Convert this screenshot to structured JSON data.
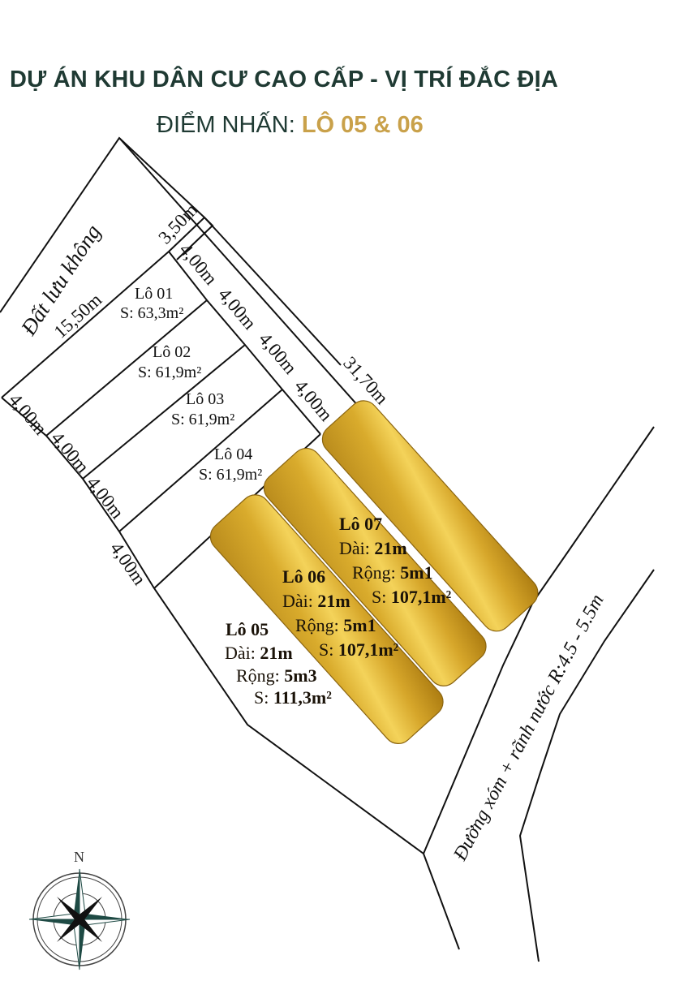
{
  "header": {
    "title": "DỰ ÁN KHU DÂN CƯ CAO CẤP - VỊ TRÍ ĐẮC ĐỊA",
    "subtitle_prefix": "ĐIỂM NHẤN: ",
    "subtitle_highlight": "LÔ 05 & 06"
  },
  "colors": {
    "title": "#1f3a33",
    "highlight": "#c9a14a",
    "gold_light": "#f4d35a",
    "gold_dark": "#b88a1c",
    "line": "#111111"
  },
  "map": {
    "reserved_land": "Đất lưu không",
    "dims": {
      "top_edge": "3,50m",
      "lot01_top": "15,50m",
      "right_side": "31,70m",
      "front_1": "4,00m",
      "front_2": "4,00m",
      "front_3": "4,00m",
      "front_4": "4,00m",
      "back_1": "4,00m",
      "back_2": "4,00m",
      "back_3": "4,00m",
      "back_4": "4,00m"
    },
    "lots": [
      {
        "name": "Lô 01",
        "area": "S: 63,3m²"
      },
      {
        "name": "Lô 02",
        "area": "S: 61,9m²"
      },
      {
        "name": "Lô 03",
        "area": "S: 61,9m²"
      },
      {
        "name": "Lô 04",
        "area": "S: 61,9m²"
      }
    ],
    "featured_lots": [
      {
        "name": "Lô 05",
        "length_label": "Dài: ",
        "length": "21m",
        "width_label": "Rộng: ",
        "width": "5m3",
        "area_label": "S: ",
        "area": "111,3m²"
      },
      {
        "name": "Lô 06",
        "length_label": "Dài: ",
        "length": "21m",
        "width_label": "Rộng: ",
        "width": "5m1",
        "area_label": "S: ",
        "area": "107,1m²"
      },
      {
        "name": "Lô 07",
        "length_label": "Dài: ",
        "length": "21m",
        "width_label": "Rộng: ",
        "width": "5m1",
        "area_label": "S: ",
        "area": "107,1m²"
      }
    ],
    "road": "Đường xóm + rãnh nước R:4.5 - 5.5m",
    "compass_label": "N"
  }
}
